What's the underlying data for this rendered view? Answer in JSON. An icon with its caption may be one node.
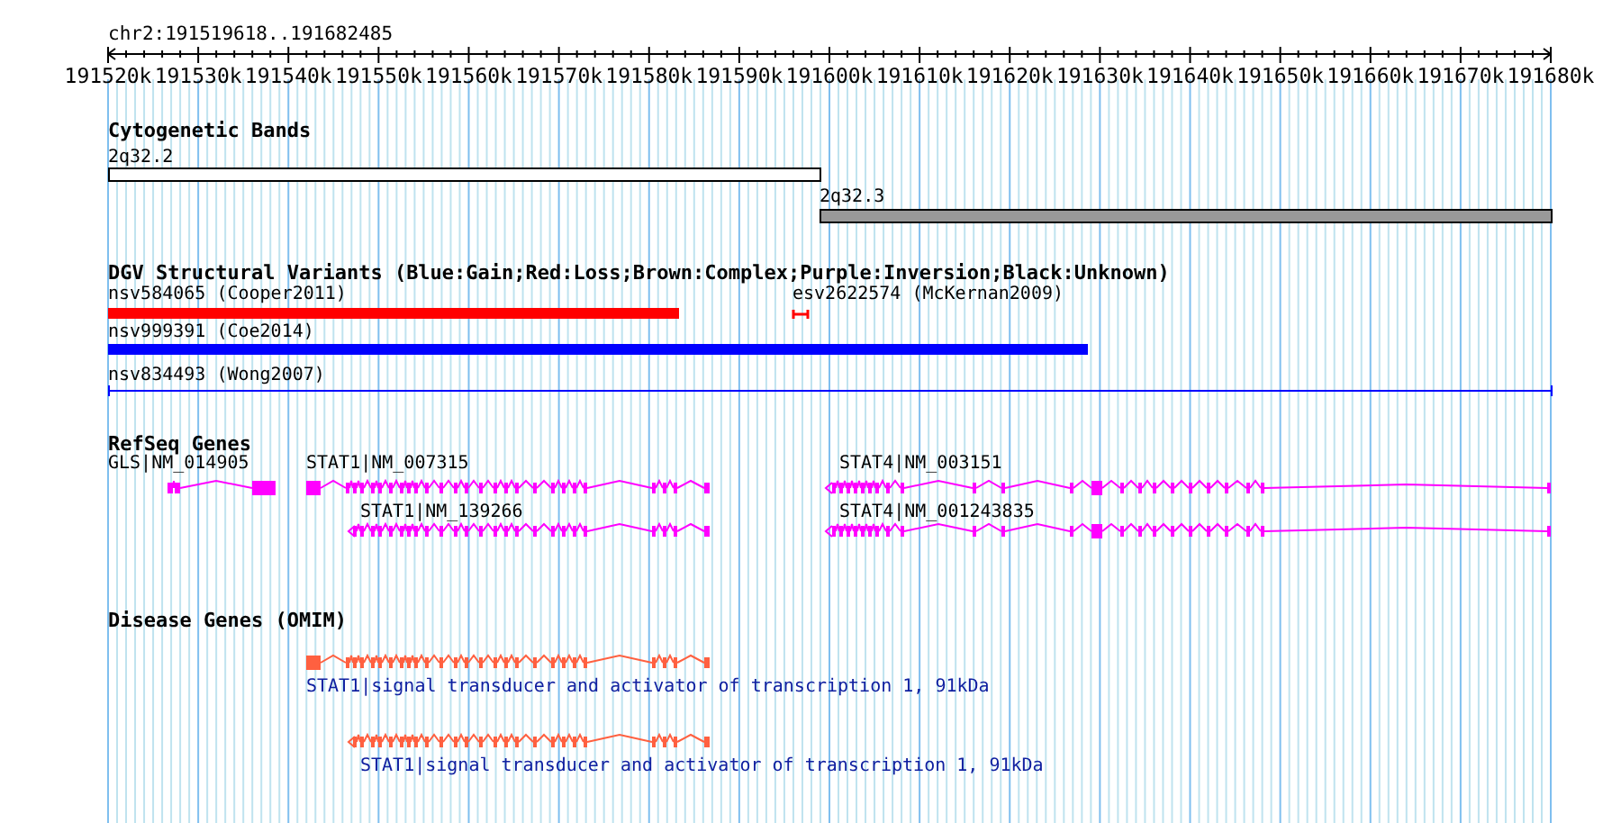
{
  "diagram": {
    "nodes": [
      {
        "text": [
          "2q32.2"
        ]
      },
      {
        "text": [
          "2q32.3"
        ]
      },
      {
        "text": [
          "nsv584065 (Cooper2011)"
        ]
      },
      {
        "text": [
          "esv2622574 (McKernan2009)"
        ]
      },
      {
        "text": [
          "nsv999391 (Coe2014)"
        ]
      },
      {
        "text": [
          "nsv834493 (Wong2007)"
        ]
      },
      {
        "text": [
          "GLS|NM_014905"
        ]
      },
      {
        "text": [
          "STAT1|NM_007315"
        ]
      },
      {
        "text": [
          "STAT1|NM_139266"
        ]
      },
      {
        "text": [
          "STAT4|NM_003151"
        ]
      },
      {
        "text": [
          "STAT4|NM_001243835"
        ]
      },
      {
        "text": [
          "STAT1|signal transducer and activator of transcription 1, 91kDa"
        ]
      },
      {
        "text": [
          "STAT1|signal transducer and activator of transcription 1, 91kDa"
        ]
      }
    ],
    "edges": [],
    "labels": [
      "chr2:191519618..191682485",
      "191520k",
      "191530k",
      "191540k",
      "191550k",
      "191560k",
      "191570k",
      "191580k",
      "191590k",
      "191600k",
      "191610k",
      "191620k",
      "191630k",
      "191640k",
      "191650k",
      "191660k",
      "191670k",
      "191680k",
      "Cytogenetic Bands",
      "DGV Structural Variants (Blue:Gain;Red:Loss;Brown:Complex;Purple:Inversion;Black:Unknown)",
      "RefSeq Genes",
      "Disease Genes (OMIM)"
    ]
  }
}
